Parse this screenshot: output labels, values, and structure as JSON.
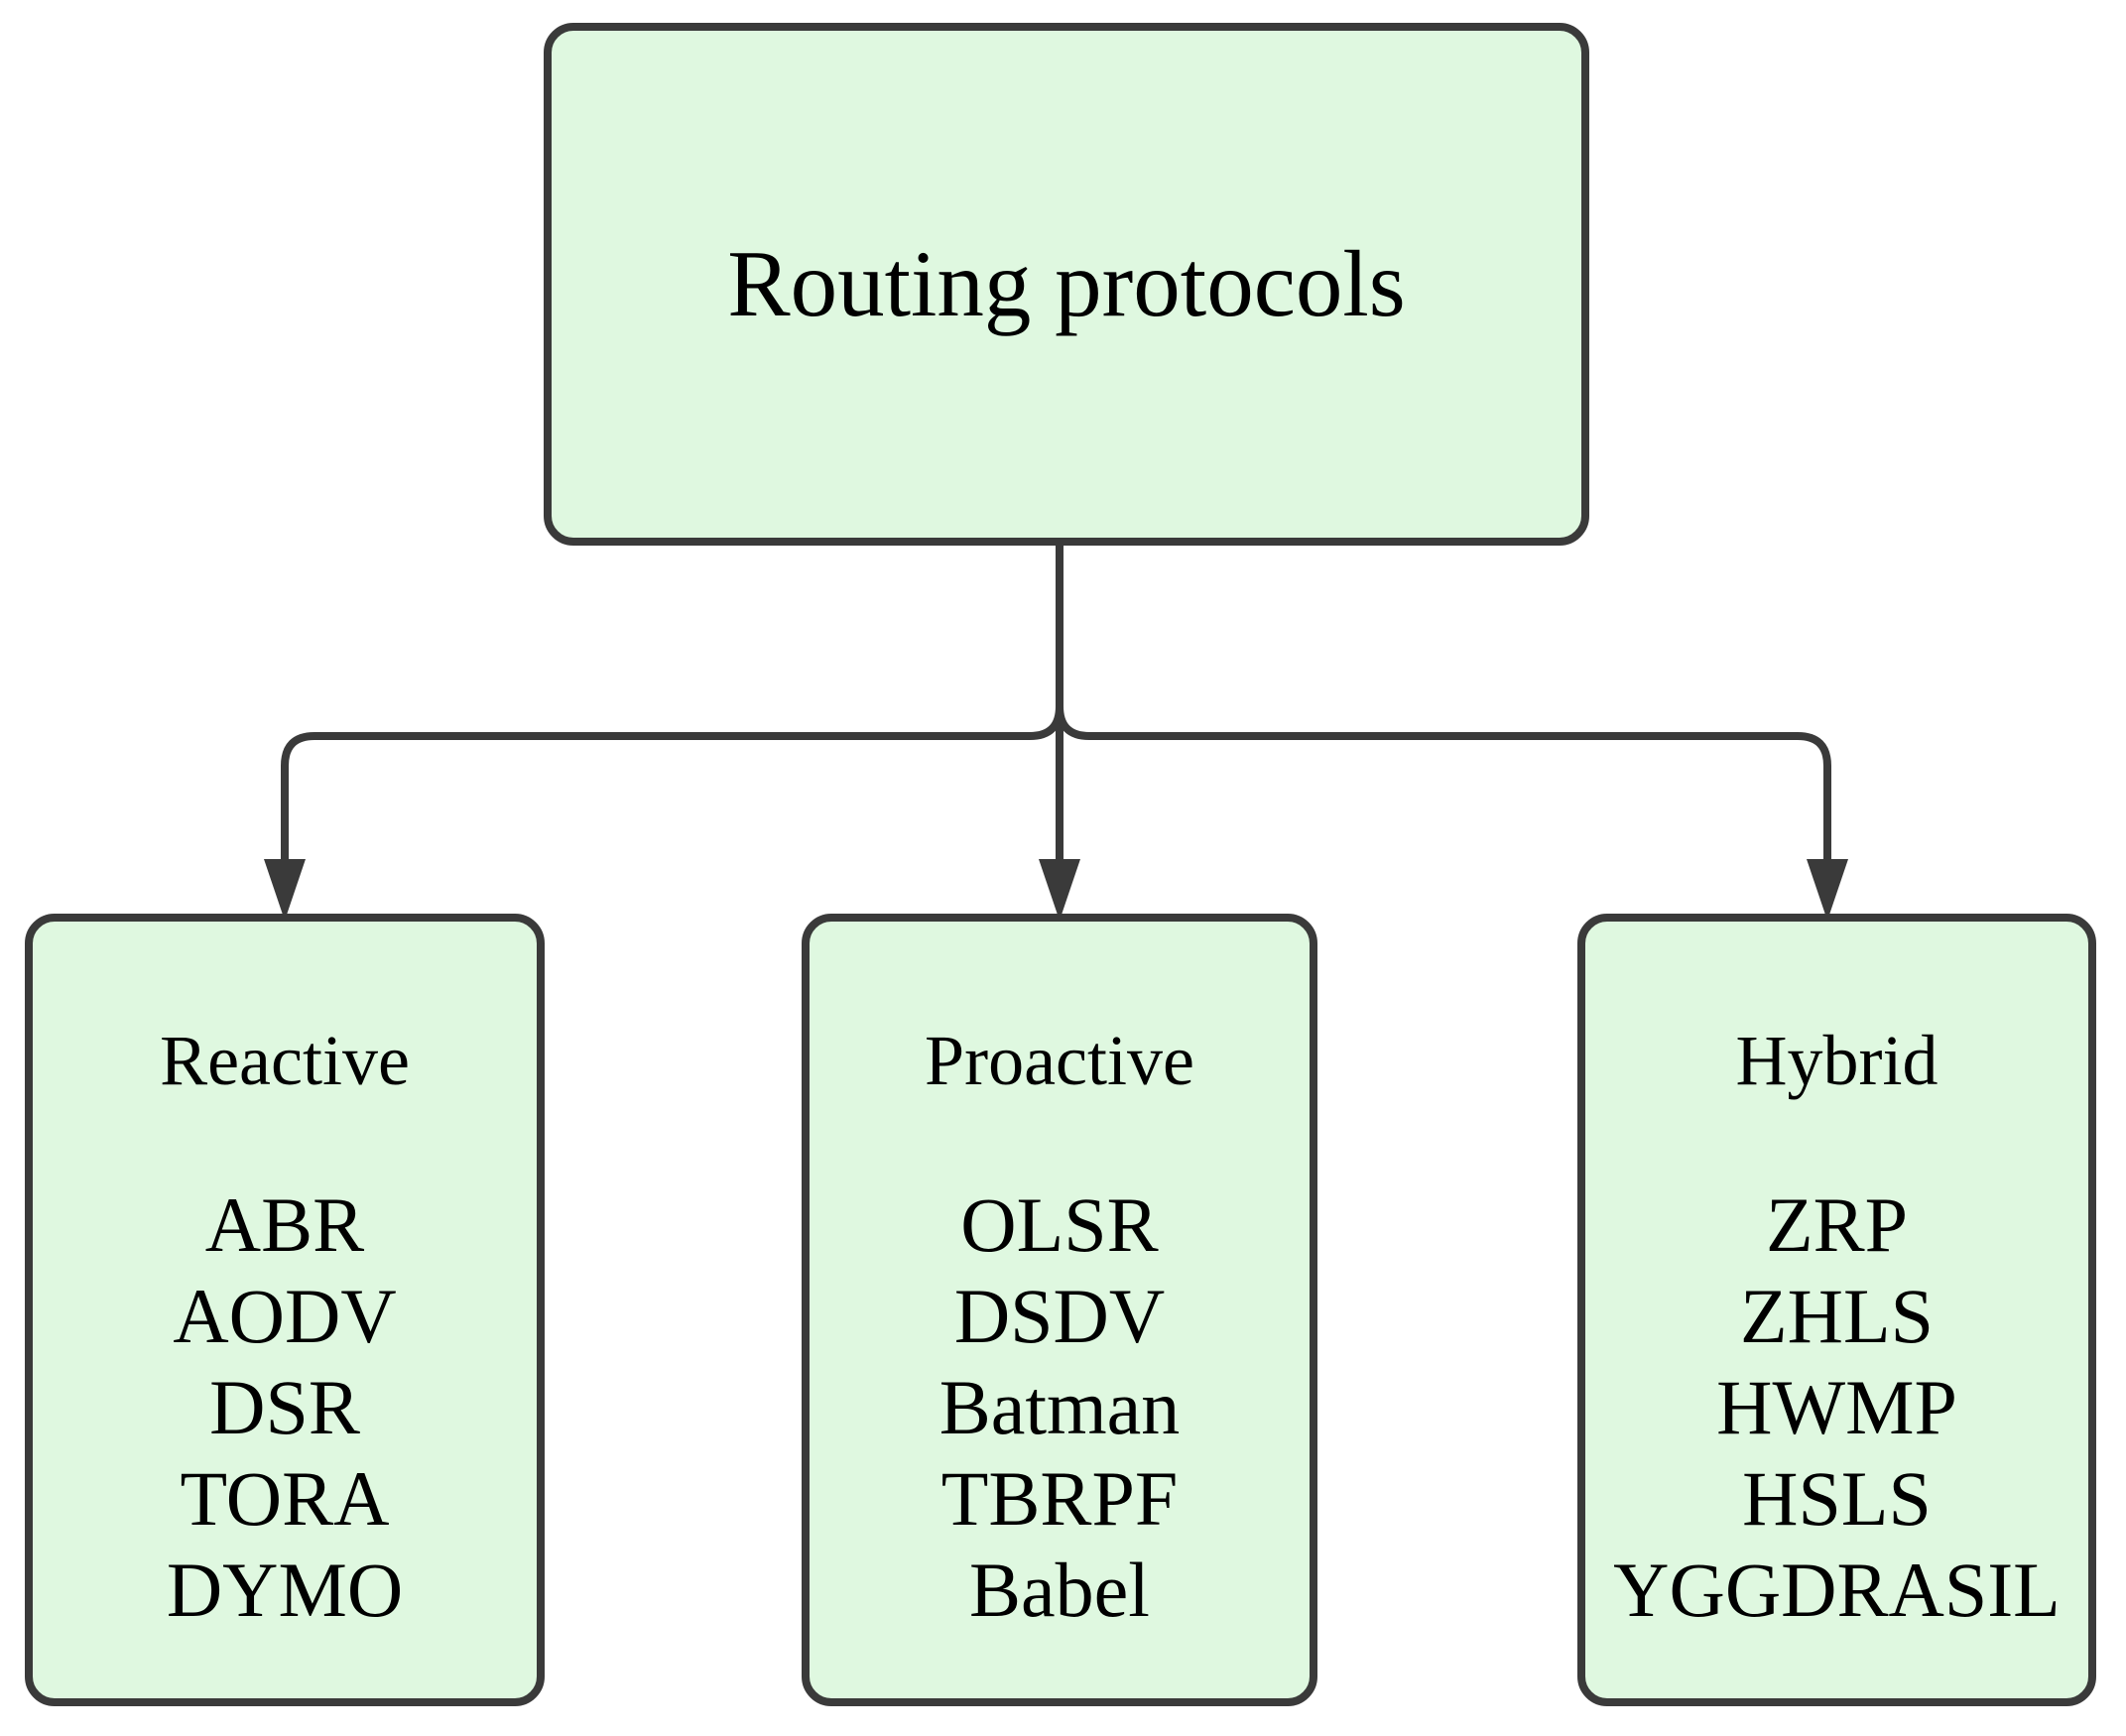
{
  "diagram": {
    "root": {
      "label": "Routing protocols"
    },
    "groups": [
      {
        "title": "Reactive",
        "items": [
          "ABR",
          "AODV",
          "DSR",
          "TORA",
          "DYMO"
        ]
      },
      {
        "title": "Proactive",
        "items": [
          "OLSR",
          "DSDV",
          "Batman",
          "TBRPF",
          "Babel"
        ]
      },
      {
        "title": "Hybrid",
        "items": [
          "ZRP",
          "ZHLS",
          "HWMP",
          "HSLS",
          "YGGDRASIL"
        ]
      }
    ]
  },
  "colors": {
    "node_fill": "#dff8e0",
    "node_border": "#3a3a3a",
    "connector": "#3a3a3a",
    "text": "#000000",
    "background": "#ffffff"
  }
}
